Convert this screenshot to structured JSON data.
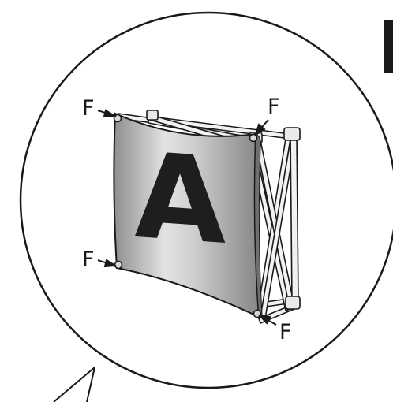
{
  "diagram": {
    "panel_letter": "A",
    "fastener_labels": [
      "F",
      "F",
      "F",
      "F"
    ],
    "colors": {
      "outline": "#1a1a1a",
      "panel_light": "#d7d7d7",
      "panel_dark": "#8e8e8e",
      "frame": "#f2f2f2",
      "edge_marker": "#1a1a1a"
    }
  }
}
